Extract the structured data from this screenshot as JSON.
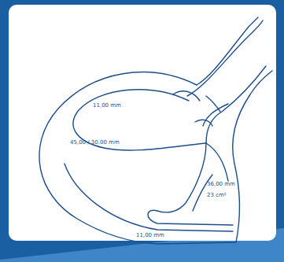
{
  "diagram": {
    "labels": [
      "11,00 mm",
      "45,00 / 30,00 mm",
      "36,00 mm",
      "23 cm²",
      "11,00 mm"
    ]
  }
}
